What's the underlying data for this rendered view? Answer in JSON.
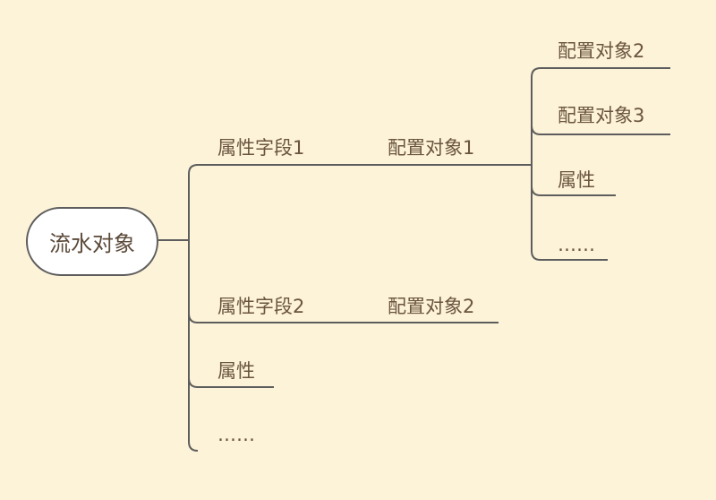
{
  "root": {
    "label": "流水对象"
  },
  "branch1": {
    "label": "属性字段1",
    "child": {
      "label": "配置对象1",
      "children": [
        "配置对象2",
        "配置对象3",
        "属性",
        "……"
      ]
    }
  },
  "branch2": {
    "label": "属性字段2",
    "child": {
      "label": "配置对象2"
    }
  },
  "branch3": {
    "label": "属性"
  },
  "branch4": {
    "label": "……"
  },
  "colors": {
    "background": "#fdf3d8",
    "line": "#5d5d5d",
    "text": "#6a5440"
  }
}
